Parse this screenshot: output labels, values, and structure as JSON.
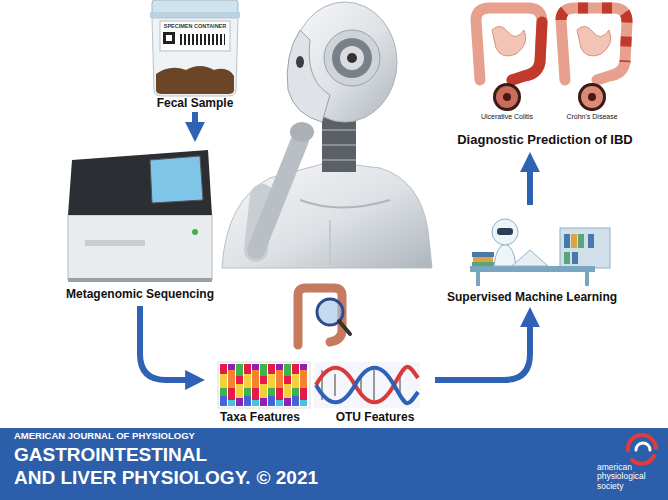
{
  "diagram": {
    "nodes": [
      {
        "text": [
          "Fecal Sample"
        ]
      },
      {
        "text": [
          "Metagenomic Sequencing"
        ]
      },
      {
        "text": [
          "Taxa Features",
          "OTU Features"
        ]
      },
      {
        "text": [
          "Supervised Machine Learning"
        ]
      },
      {
        "text": [
          "Diagnostic Prediction of IBD"
        ]
      }
    ],
    "edges": [
      {
        "from": 0,
        "to": 1,
        "arrow": "to"
      },
      {
        "from": 1,
        "to": 2,
        "arrow": "to"
      },
      {
        "from": 2,
        "to": 3,
        "arrow": "to"
      },
      {
        "from": 3,
        "to": 4,
        "arrow": "to"
      }
    ],
    "labels": [
      "SPECIMEN CONTAINER",
      "Ulcerative Colitis",
      "Crohn's Disease",
      "AMERICAN JOURNAL OF PHYSIOLOGY",
      "GASTROINTESTINAL",
      "AND LIVER PHYSIOLOGY.",
      "© 2021",
      "american physiological society"
    ]
  }
}
